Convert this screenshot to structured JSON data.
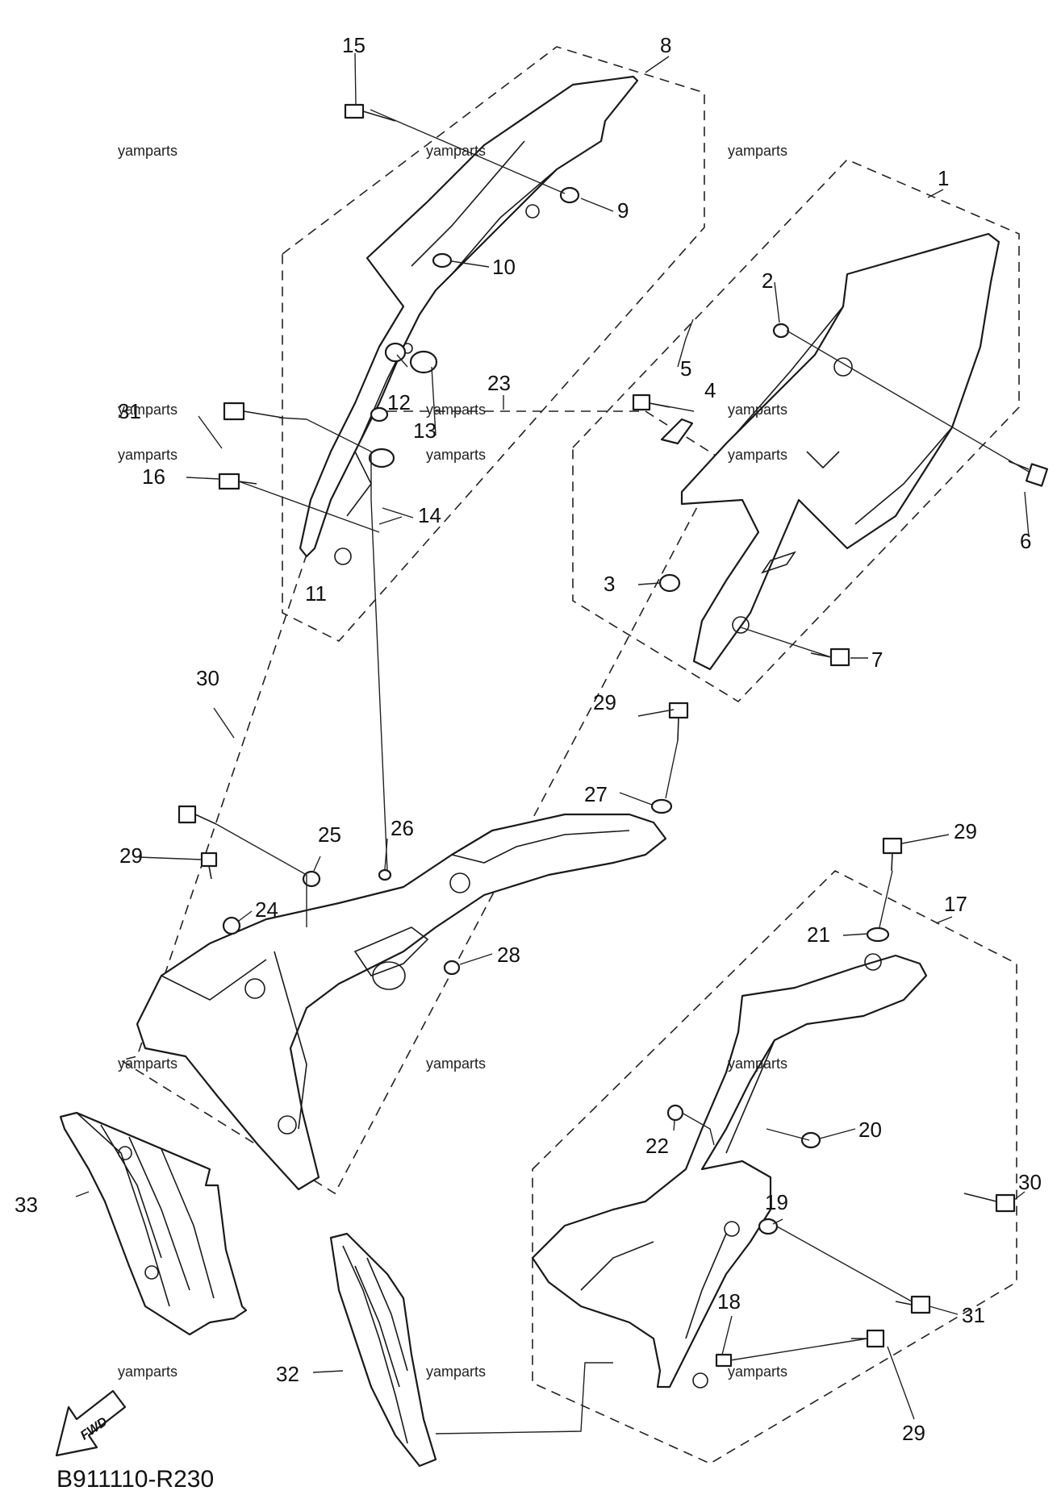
{
  "diagram": {
    "code": "B911110-R230",
    "fwd_label": "FWD",
    "watermark": "yamparts",
    "callouts": [
      "1",
      "2",
      "3",
      "4",
      "5",
      "6",
      "7",
      "8",
      "9",
      "10",
      "11",
      "12",
      "13",
      "14",
      "15",
      "16",
      "17",
      "18",
      "19",
      "20",
      "21",
      "22",
      "23",
      "24",
      "25",
      "26",
      "27",
      "28",
      "29",
      "30",
      "31",
      "32",
      "33"
    ]
  }
}
